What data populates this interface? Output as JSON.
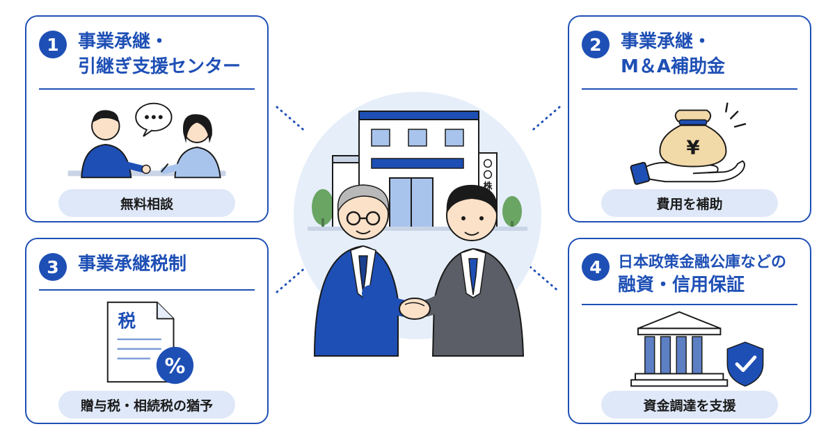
{
  "cards": [
    {
      "number": "1",
      "title_line1": "事業承継・",
      "title_line2": "引継ぎ支援センター",
      "pill": "無料相談",
      "icon": "consultation-icon"
    },
    {
      "number": "2",
      "title_line1": "事業承継・",
      "title_line2": "M＆A補助金",
      "pill": "費用を補助",
      "icon": "money-bag-hand-icon"
    },
    {
      "number": "3",
      "title_line1": "事業承継税制",
      "pill": "贈与税・相続税の猶予",
      "icon": "tax-document-icon",
      "doc_label": "税",
      "percent": "%"
    },
    {
      "number": "4",
      "title_line1": "日本政策金融公庫などの",
      "title_line2": "融資・信用保証",
      "pill": "資金調達を支援",
      "icon": "bank-shield-icon"
    }
  ],
  "center": {
    "sign": "〇〇株式会社",
    "icon": "handshake-icon"
  },
  "money_bag_label": "¥",
  "colors": {
    "primary": "#1e4fb5",
    "pill_bg": "#dfe8f8",
    "circle_bg": "#e6eef9"
  }
}
